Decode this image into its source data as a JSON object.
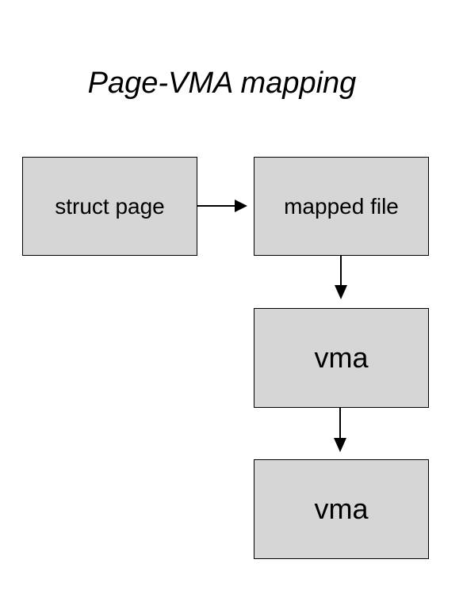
{
  "diagram": {
    "title": "Page-VMA mapping",
    "nodes": [
      {
        "id": "struct-page",
        "label": "struct page"
      },
      {
        "id": "mapped-file",
        "label": "mapped file"
      },
      {
        "id": "vma-1",
        "label": "vma"
      },
      {
        "id": "vma-2",
        "label": "vma"
      }
    ],
    "edges": [
      {
        "from": "struct-page",
        "to": "mapped-file"
      },
      {
        "from": "mapped-file",
        "to": "vma-1"
      },
      {
        "from": "vma-1",
        "to": "vma-2"
      }
    ],
    "colors": {
      "box_fill": "#d6d6d6",
      "stroke": "#000000",
      "background": "#ffffff"
    }
  }
}
